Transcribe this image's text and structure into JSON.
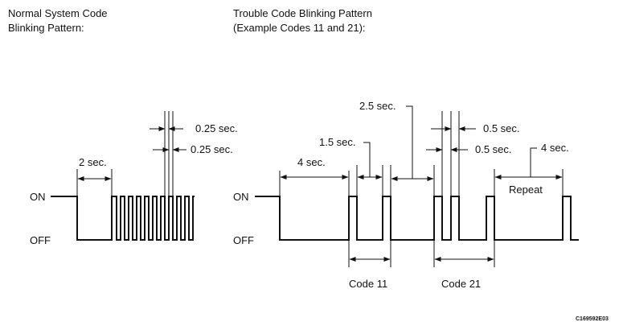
{
  "headings": {
    "normal": [
      "Normal System Code",
      "Blinking Pattern:"
    ],
    "trouble": [
      "Trouble Code Blinking Pattern",
      "(Example Codes 11 and 21):"
    ]
  },
  "normal_pattern": {
    "on_label": "ON",
    "off_label": "OFF",
    "dim_off": "2 sec.",
    "dim_on": "0.25 sec.",
    "dim_off_short": "0.25 sec."
  },
  "trouble_pattern": {
    "on_label": "ON",
    "off_label": "OFF",
    "dim_start": "4 sec.",
    "dim_gap": "1.5 sec.",
    "dim_between": "2.5 sec.",
    "dim_pulse_on": "0.5 sec.",
    "dim_pulse_off": "0.5 sec.",
    "dim_repeat": "4 sec.",
    "repeat_label": "Repeat",
    "code_11_label": "Code 11",
    "code_21_label": "Code 21"
  },
  "figure_ref": "C169592E03"
}
